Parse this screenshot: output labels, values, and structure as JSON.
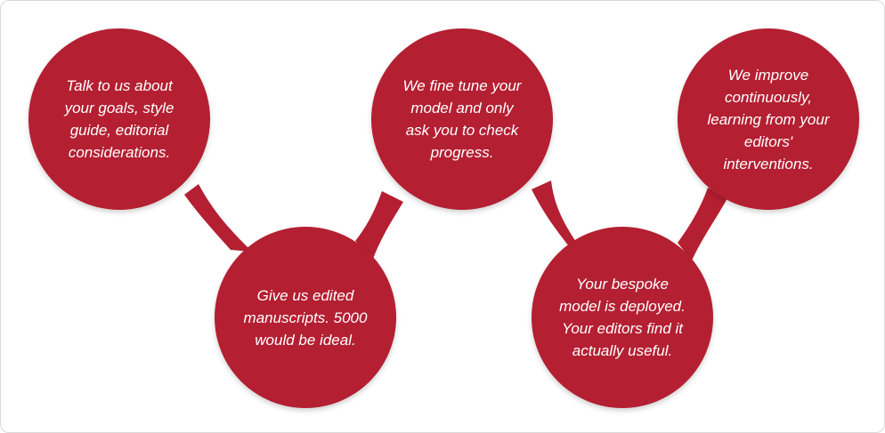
{
  "steps": [
    {
      "text": "Talk to us about your goals, style guide, editorial considerations."
    },
    {
      "text": "Give us edited manuscripts. 5000 would be ideal."
    },
    {
      "text": "We fine tune your model and only ask you to check progress."
    },
    {
      "text": "Your bespoke model is deployed. Your editors find it actually useful."
    },
    {
      "text": "We improve continuously, learning from your editors' interventions."
    }
  ],
  "colors": {
    "bubble": "#b41f32",
    "text": "#ffffff",
    "background": "#ffffff",
    "border": "#d9d9d9"
  }
}
